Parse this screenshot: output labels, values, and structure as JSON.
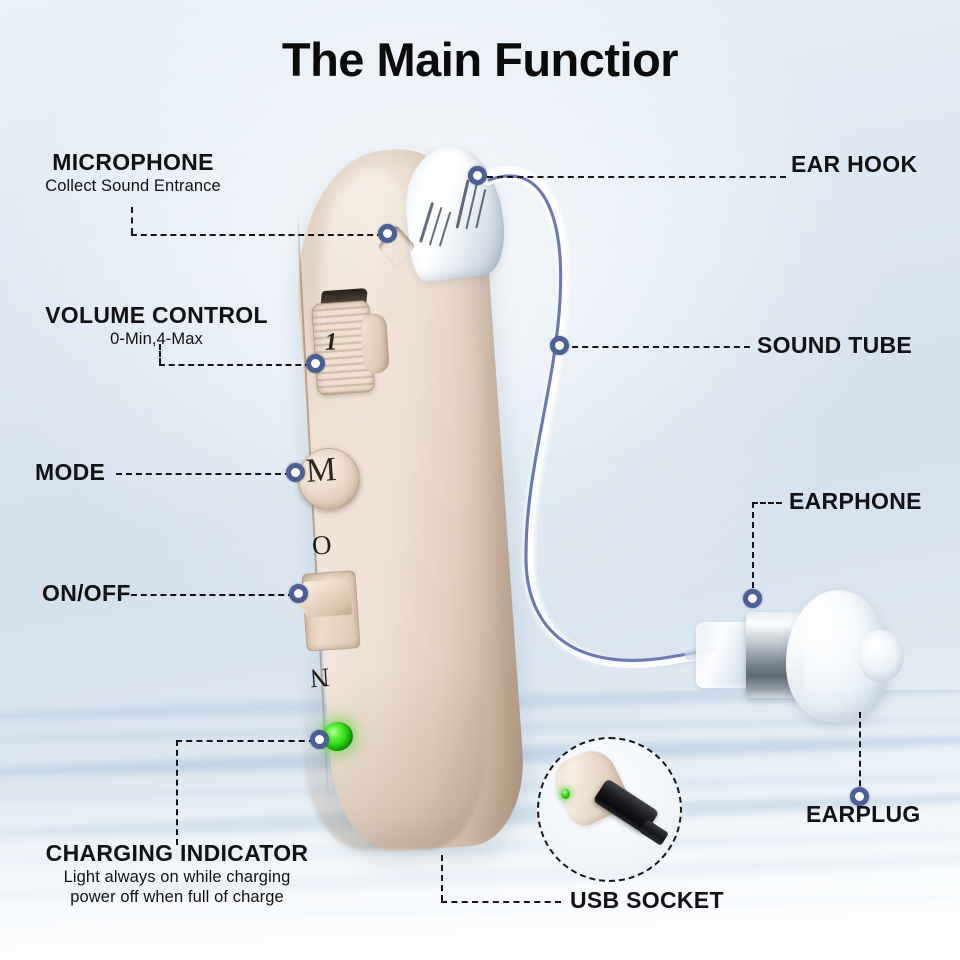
{
  "title": "The Main Functior",
  "colors": {
    "marker_ring": "#4a5f96",
    "marker_center": "#ffffff",
    "leader_line": "#15151a",
    "text": "#121214",
    "led_green": "#21c707",
    "device_beige": "#eedfd0",
    "background_top": "#e9f0f7",
    "background_mid": "#d3e0ed"
  },
  "callouts": [
    {
      "id": "microphone",
      "heading": "MICROPHONE",
      "sub": "Collect Sound Entrance",
      "side": "left"
    },
    {
      "id": "volume-control",
      "heading": "VOLUME CONTROL",
      "sub": "0-Min,4-Max",
      "side": "left"
    },
    {
      "id": "mode",
      "heading": "MODE",
      "sub": "",
      "side": "left"
    },
    {
      "id": "on-off",
      "heading": "ON/OFF",
      "sub": "",
      "side": "left"
    },
    {
      "id": "charging-indicator",
      "heading": "CHARGING INDICATOR",
      "sub": "Light always on while charging",
      "sub2": "power off when full of charge",
      "side": "left"
    },
    {
      "id": "ear-hook",
      "heading": "EAR HOOK",
      "sub": "",
      "side": "right"
    },
    {
      "id": "sound-tube",
      "heading": "SOUND TUBE",
      "sub": "",
      "side": "right"
    },
    {
      "id": "earphone",
      "heading": "EARPHONE",
      "sub": "",
      "side": "right"
    },
    {
      "id": "earplug",
      "heading": "EARPLUG",
      "sub": "",
      "side": "right"
    },
    {
      "id": "usb-socket",
      "heading": "USB SOCKET",
      "sub": "",
      "side": "bottom"
    }
  ],
  "device": {
    "volume_dial_value": "1",
    "mode_button_letter": "M",
    "switch_on_letter": "O",
    "switch_off_letter": "N"
  }
}
